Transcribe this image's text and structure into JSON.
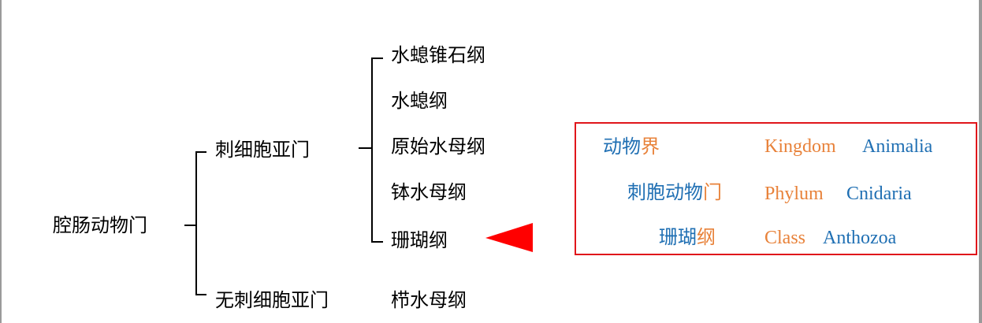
{
  "tree": {
    "root": "腔肠动物门",
    "subphyla": [
      {
        "label": "刺细胞亚门",
        "classes": [
          "水螅锥石纲",
          "水螅纲",
          "原始水母纲",
          "钵水母纲",
          "珊瑚纲"
        ]
      },
      {
        "label": "无刺细胞亚门",
        "classes": [
          "栉水母纲"
        ]
      }
    ]
  },
  "legend": {
    "rows": [
      {
        "zh_blue": "动物",
        "zh_orange": "界",
        "en_orange": "Kingdom",
        "en_blue": "Animalia"
      },
      {
        "zh_blue": "刺胞动物",
        "zh_orange": "门",
        "en_orange": "Phylum",
        "en_blue": "Cnidaria"
      },
      {
        "zh_blue": "珊瑚",
        "zh_orange": "纲",
        "en_orange": "Class",
        "en_blue": "Anthozoa"
      }
    ]
  },
  "colors": {
    "blue": "#1f6fb3",
    "orange": "#e8823a",
    "pointer": "#ff0000",
    "box": "#e0161b"
  }
}
